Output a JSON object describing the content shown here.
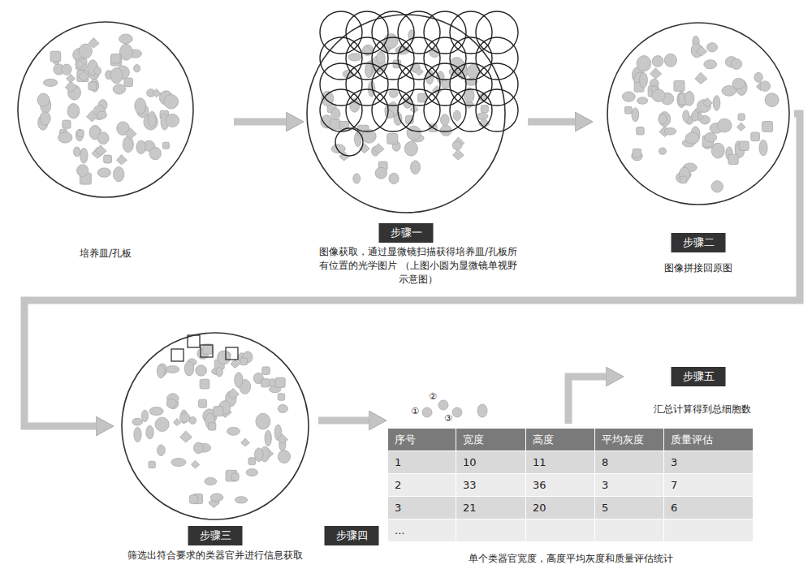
{
  "diagram": {
    "nodes": [
      {
        "text": [
          "培养皿/孔板"
        ]
      },
      {
        "text": [
          "步骤一",
          "图像获取，通过显微镜扫描获得培养皿/孔板所有位置的光学图片 （上图小圆为显微镜单视野示意图）"
        ]
      },
      {
        "text": [
          "步骤二",
          "图像拼接回原图"
        ]
      },
      {
        "text": [
          "步骤三",
          "筛选出符合要求的类器官并进行信息获取"
        ]
      },
      {
        "text": [
          "步骤四",
          "单个类器官宽度，高度平均灰度和质量评估统计"
        ]
      },
      {
        "text": [
          "步骤五",
          "汇总计算得到总细胞数"
        ]
      }
    ],
    "edges": [
      {
        "from": 0,
        "to": 1,
        "arrow": "to"
      },
      {
        "from": 1,
        "to": 2,
        "arrow": "to"
      },
      {
        "from": 2,
        "to": 3,
        "arrow": "to"
      },
      {
        "from": 3,
        "to": 4,
        "arrow": "to"
      },
      {
        "from": 4,
        "to": 5,
        "arrow": "to"
      }
    ],
    "labels": [
      "①",
      "②",
      "③",
      "序号",
      "宽度",
      "高度",
      "平均灰度",
      "质量评估",
      "1",
      "10",
      "11",
      "8",
      "3",
      "2",
      "33",
      "36",
      "3",
      "7",
      "3",
      "21",
      "20",
      "5",
      "6",
      "..."
    ]
  }
}
